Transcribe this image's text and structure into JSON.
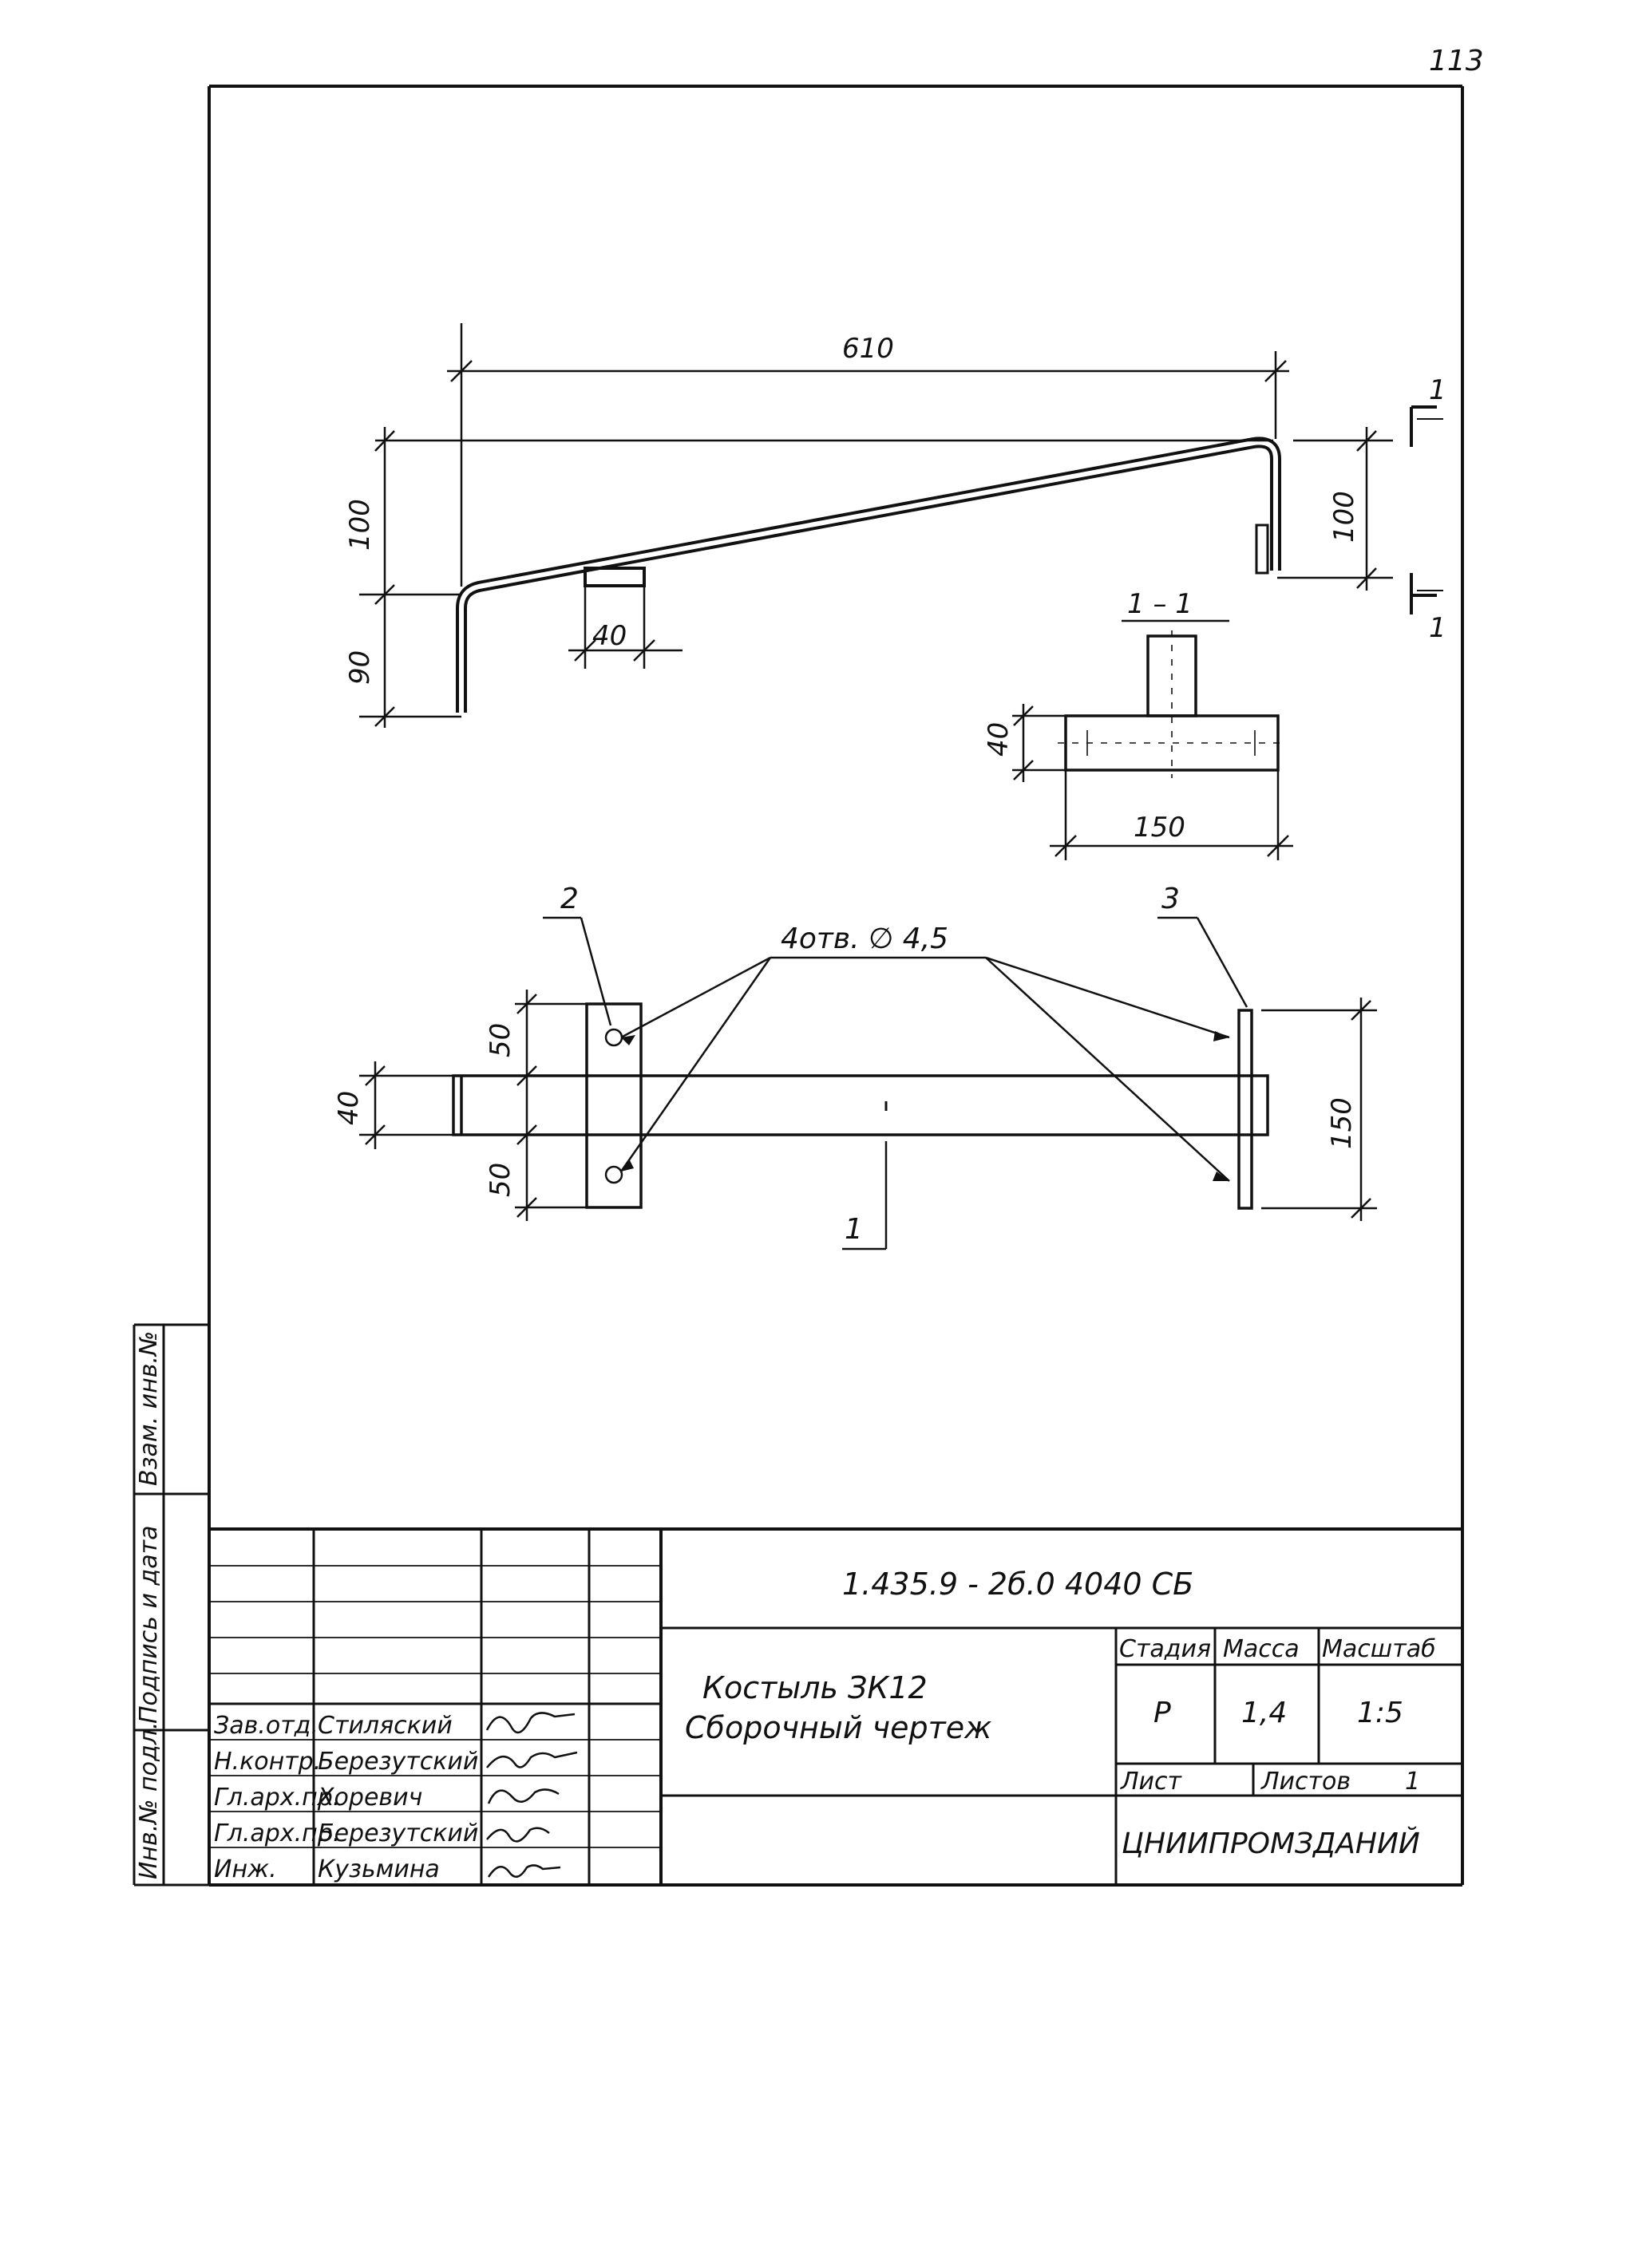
{
  "page_number": "113",
  "drawing": {
    "elevation": {
      "length": "610",
      "rise_left": "100",
      "rise_right": "100",
      "leg": "90",
      "plate": "40"
    },
    "section": {
      "label": "1 – 1",
      "height": "40",
      "width": "150"
    },
    "section_marks": {
      "top": "1",
      "bottom": "1"
    },
    "plan": {
      "callout_2": "2",
      "callout_3": "3",
      "callout_1": "1",
      "holes_note": "4отв. ∅ 4,5",
      "dim_top": "50",
      "dim_bottom": "50",
      "dim_bar": "40",
      "dim_plate": "150"
    }
  },
  "side_stamp": {
    "fields": [
      "Инв.№ подл.",
      "Подпись и дата",
      "Взам. инв.№"
    ]
  },
  "title_block": {
    "document_code": "1.435.9 - 2б.0 4040  СБ",
    "title_line1": "Костыль  ЗК12",
    "title_line2": "Сборочный  чертеж",
    "stage_header": "Стадия",
    "mass_header": "Масса",
    "scale_header": "Масштаб",
    "stage_value": "Р",
    "mass_value": "1,4",
    "scale_value": "1:5",
    "sheet_label": "Лист",
    "sheets_label": "Листов",
    "sheets_value": "1",
    "organization": "ЦНИИПРОМЗДАНИЙ",
    "people": [
      {
        "role": "Зав.отд.",
        "name": "Стиляский"
      },
      {
        "role": "Н.контр.",
        "name": "Березутский"
      },
      {
        "role": "Гл.арх.пр.",
        "name": "Хоревич"
      },
      {
        "role": "Гл.арх.пр.",
        "name": "Березутский"
      },
      {
        "role": "Инж.",
        "name": "Кузьмина"
      }
    ]
  }
}
